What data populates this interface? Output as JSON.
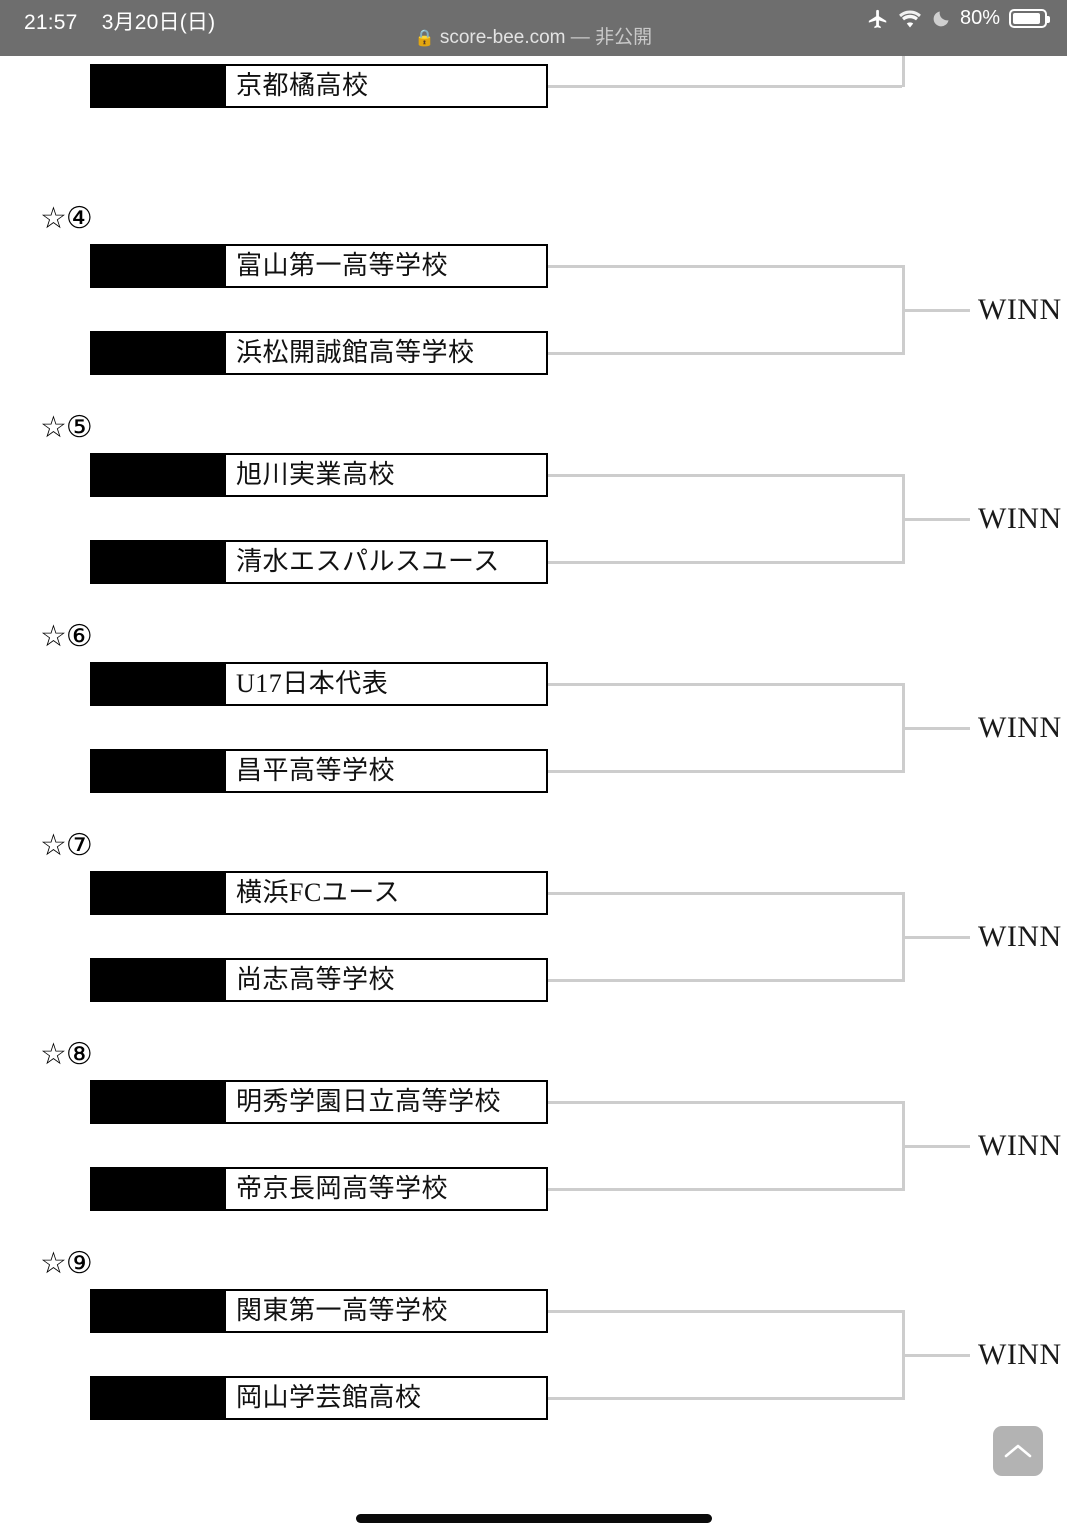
{
  "status_bar": {
    "time": "21:57",
    "date": "3月20日(日)",
    "airplane_icon": "airplane-icon",
    "wifi_icon": "wifi-icon",
    "moon_icon": "moon-icon",
    "battery_percent": "80%",
    "battery_level": 80
  },
  "url_bar": {
    "lock_icon": "lock-icon",
    "domain": "score-bee.com",
    "privacy": "— 非公開"
  },
  "bracket": {
    "winner_label": "WINN",
    "partial_top_team": "京都橘高校",
    "groups": [
      {
        "label": "☆④",
        "teams": [
          "富山第一高等学校",
          "浜松開誠館高等学校"
        ],
        "winner": "WINN"
      },
      {
        "label": "☆⑤",
        "teams": [
          "旭川実業高校",
          "清水エスパルスユース"
        ],
        "winner": "WINN"
      },
      {
        "label": "☆⑥",
        "teams": [
          "U17日本代表",
          "昌平高等学校"
        ],
        "winner": "WINN"
      },
      {
        "label": "☆⑦",
        "teams": [
          "横浜FCユース",
          "尚志高等学校"
        ],
        "winner": "WINN"
      },
      {
        "label": "☆⑧",
        "teams": [
          "明秀学園日立高等学校",
          "帝京長岡高等学校"
        ],
        "winner": "WINN"
      },
      {
        "label": "☆⑨",
        "teams": [
          "関東第一高等学校",
          "岡山学芸館高校"
        ],
        "winner": "WINN"
      }
    ]
  },
  "scroll_top_button": {
    "icon": "chevron-up-icon"
  },
  "colors": {
    "status_bar_bg": "#6e6e6e",
    "team_block": "#000000",
    "connector_line": "#cdcdcd",
    "fab_bg": "#b3b3b3",
    "page_bg": "#ffffff"
  }
}
